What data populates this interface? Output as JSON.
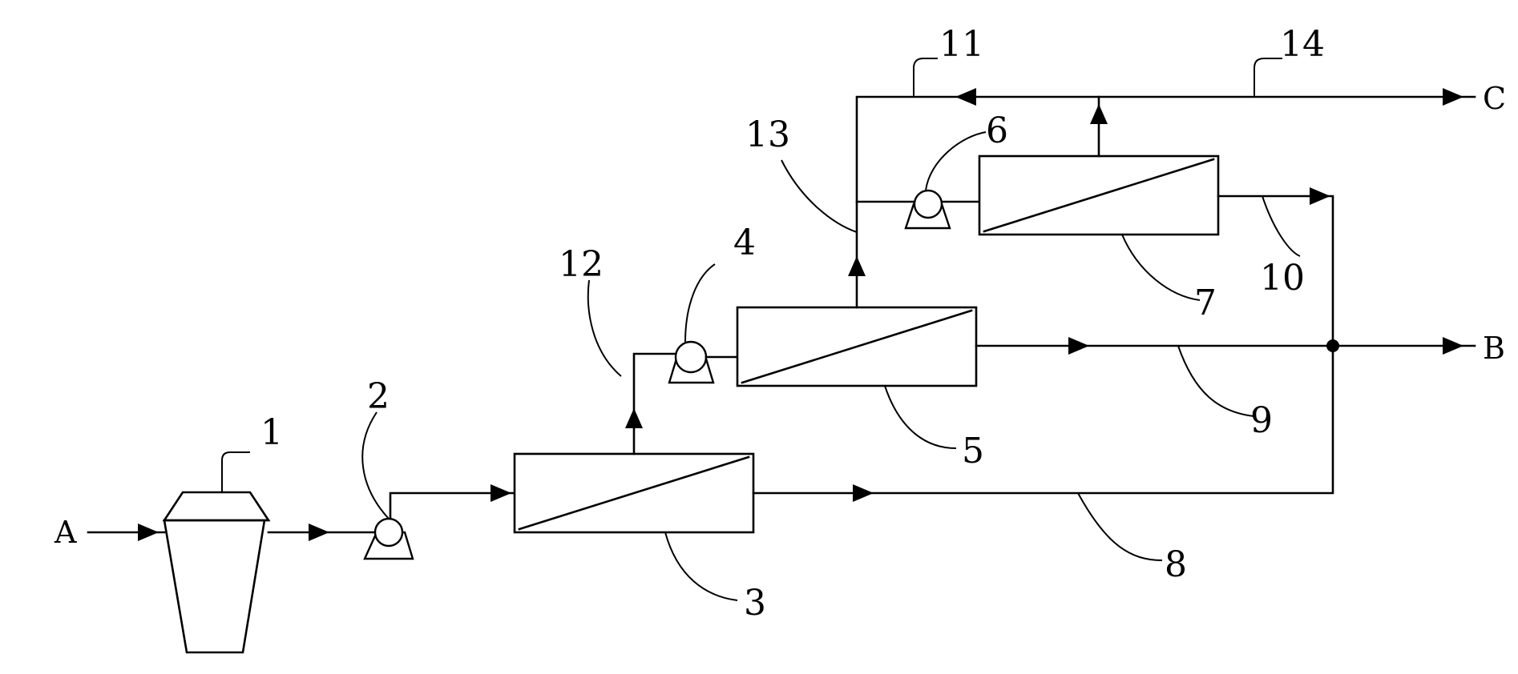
{
  "streams": {
    "a": "A",
    "b": "B",
    "c": "C"
  },
  "labels": {
    "n1": "1",
    "n2": "2",
    "n3": "3",
    "n4": "4",
    "n5": "5",
    "n6": "6",
    "n7": "7",
    "n8": "8",
    "n9": "9",
    "n10": "10",
    "n11": "11",
    "n12": "12",
    "n13": "13",
    "n14": "14"
  }
}
